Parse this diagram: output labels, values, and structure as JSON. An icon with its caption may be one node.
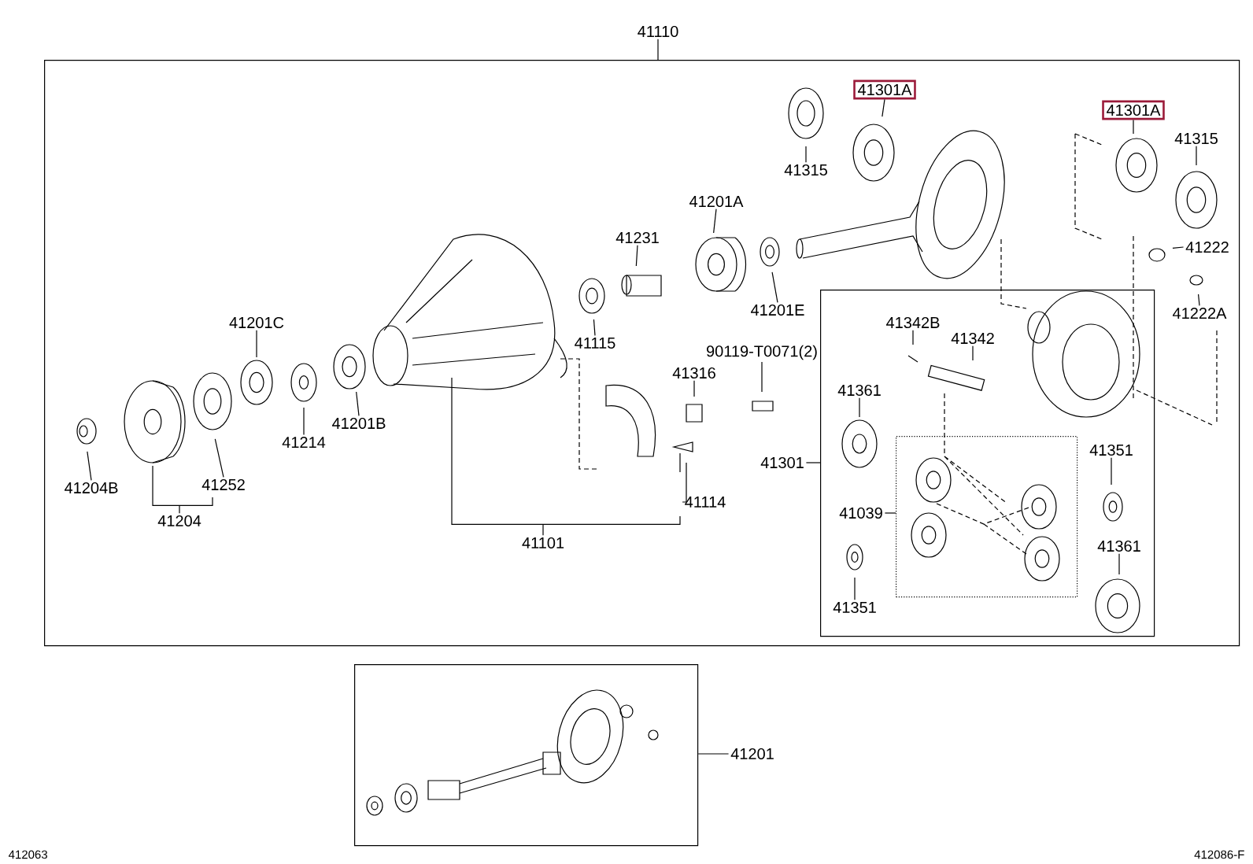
{
  "diagram": {
    "nodes": [
      {
        "text": [
          "41110"
        ]
      },
      {
        "text": [],
        "shape": "box"
      },
      {
        "text": [
          "41315"
        ],
        "in": 1
      },
      {
        "text": [
          "41301A"
        ],
        "in": 1
      },
      {
        "text": [
          "41301A"
        ],
        "in": 1
      },
      {
        "text": [
          "41315"
        ],
        "in": 1
      },
      {
        "text": [
          "41201A"
        ],
        "in": 1
      },
      {
        "text": [
          "41231"
        ],
        "in": 1
      },
      {
        "text": [
          "41222"
        ],
        "in": 1
      },
      {
        "text": [
          "41201E"
        ],
        "in": 1
      },
      {
        "text": [
          "41222A"
        ],
        "in": 1
      },
      {
        "text": [],
        "shape": "box",
        "in": 1
      },
      {
        "text": [
          "41342B"
        ],
        "in": 11
      },
      {
        "text": [
          "41342"
        ],
        "in": 11
      },
      {
        "text": [
          "41201C"
        ],
        "in": 1
      },
      {
        "text": [
          "41115"
        ],
        "in": 1
      },
      {
        "text": [
          "90119-T0071(2)"
        ],
        "in": 1
      },
      {
        "text": [
          "41316"
        ],
        "in": 1
      },
      {
        "text": [
          "41361"
        ],
        "in": 11
      },
      {
        "text": [
          "41214"
        ],
        "in": 1
      },
      {
        "text": [
          "41201B"
        ],
        "in": 1
      },
      {
        "text": [
          "41351"
        ],
        "in": 11
      },
      {
        "text": [
          "41301"
        ],
        "in": 1
      },
      {
        "text": [
          "41204B"
        ],
        "in": 1
      },
      {
        "text": [
          "41252"
        ],
        "in": 1
      },
      {
        "text": [
          "41114"
        ],
        "in": 1
      },
      {
        "text": [],
        "shape": "box",
        "in": 11
      },
      {
        "text": [
          "41039"
        ],
        "in": 11
      },
      {
        "text": [
          "41204"
        ],
        "in": 1
      },
      {
        "text": [
          "41101"
        ],
        "in": 1
      },
      {
        "text": [
          "41361"
        ],
        "in": 11
      },
      {
        "text": [
          "41351"
        ],
        "in": 11
      },
      {
        "text": [],
        "shape": "box"
      },
      {
        "text": [
          "41201"
        ]
      }
    ],
    "edges": [
      {
        "from": 0,
        "to": 1,
        "arrow": "none"
      },
      {
        "from": 2,
        "to": null,
        "arrow": "none"
      },
      {
        "from": 3,
        "to": null,
        "arrow": "none"
      },
      {
        "from": 4,
        "to": null,
        "arrow": "none"
      },
      {
        "from": 5,
        "to": null,
        "arrow": "none"
      },
      {
        "from": 6,
        "to": null,
        "arrow": "none"
      },
      {
        "from": 7,
        "to": null,
        "arrow": "none"
      },
      {
        "from": 8,
        "to": null,
        "arrow": "none"
      },
      {
        "from": 9,
        "to": null,
        "arrow": "none"
      },
      {
        "from": 10,
        "to": null,
        "arrow": "none"
      },
      {
        "from": 12,
        "to": null,
        "arrow": "none"
      },
      {
        "from": 13,
        "to": null,
        "arrow": "none"
      },
      {
        "from": 14,
        "to": null,
        "arrow": "none"
      },
      {
        "from": 15,
        "to": null,
        "arrow": "none"
      },
      {
        "from": 16,
        "to": null,
        "arrow": "none"
      },
      {
        "from": 17,
        "to": null,
        "arrow": "none"
      },
      {
        "from": 18,
        "to": null,
        "arrow": "none"
      },
      {
        "from": 19,
        "to": null,
        "arrow": "none"
      },
      {
        "from": 20,
        "to": null,
        "arrow": "none"
      },
      {
        "from": 21,
        "to": null,
        "arrow": "none"
      },
      {
        "from": 22,
        "to": 11,
        "arrow": "none"
      },
      {
        "from": 23,
        "to": null,
        "arrow": "none"
      },
      {
        "from": 24,
        "to": null,
        "arrow": "none"
      },
      {
        "from": 25,
        "to": null,
        "arrow": "none"
      },
      {
        "from": 27,
        "to": 26,
        "arrow": "none"
      },
      {
        "from": 28,
        "to": null,
        "arrow": "none"
      },
      {
        "from": 29,
        "to": null,
        "arrow": "none"
      },
      {
        "from": 30,
        "to": null,
        "arrow": "none"
      },
      {
        "from": 31,
        "to": null,
        "arrow": "none"
      },
      {
        "from": 33,
        "to": 32,
        "arrow": "none"
      }
    ],
    "labels": [
      "412063",
      "412086-F"
    ]
  }
}
